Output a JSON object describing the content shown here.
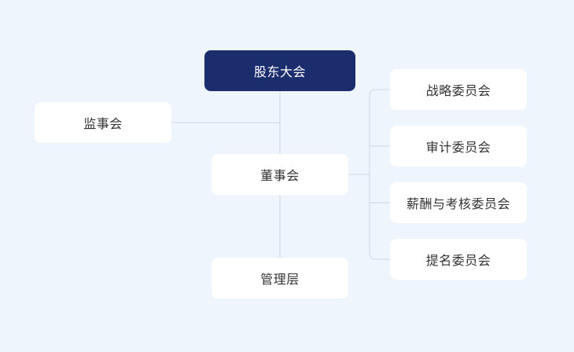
{
  "chart": {
    "root": "股东大会",
    "supervisory": "监事会",
    "board": "董事会",
    "management": "管理层",
    "committees": [
      "战略委员会",
      "审计委员会",
      "薪酬与考核委员会",
      "提名委员会"
    ]
  },
  "colors": {
    "background": "#eff5fd",
    "primary": "#1c2d6e",
    "node": "#ffffff",
    "connector": "#cfd8e3",
    "text": "#333333"
  }
}
